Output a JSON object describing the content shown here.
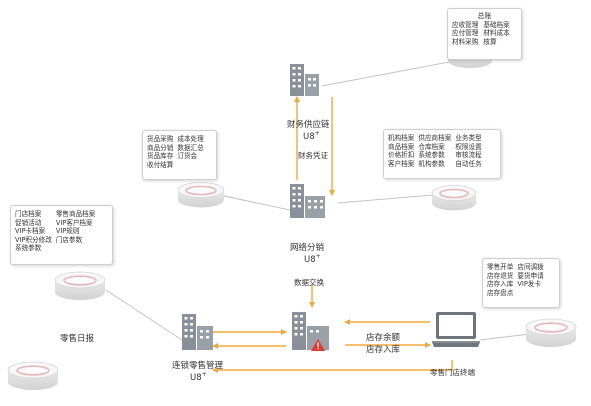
{
  "nodes": {
    "finance": {
      "label": "财务供应链",
      "u8": "U8",
      "plus": "+"
    },
    "distribution": {
      "label": "网络分销",
      "u8": "U8",
      "plus": "+"
    },
    "chain": {
      "label": "连锁零售管理",
      "u8": "U8",
      "plus": "+"
    },
    "terminal": {
      "label": "零售门店终端"
    }
  },
  "edges": {
    "finance_voucher": "财务凭证",
    "data_exchange": "数据交换",
    "store_balance": "店存余额",
    "store_inbound": "店存入库"
  },
  "side_label": {
    "retail_daily": "零售日报"
  },
  "callouts": {
    "ledger": {
      "title": "总账",
      "col1": [
        "应收管理",
        "应付管理",
        "材料采购"
      ],
      "col2": [
        "基础档案",
        "材料成本",
        "核算"
      ]
    },
    "finance_left": {
      "col1": [
        "货品采购",
        "商品分销",
        "货品库存",
        "收付结算"
      ],
      "col2": [
        "成本处理",
        "数据汇总",
        "订货会"
      ]
    },
    "distribution_right": {
      "col1": [
        "机构档案",
        "商品档案",
        "价格折扣",
        "客户档案"
      ],
      "col2": [
        "供应商档案",
        "仓库档案",
        "系统参数",
        "机构参数"
      ],
      "col3": [
        "业务类型",
        "权限设置",
        "审核流程",
        "自动任务"
      ]
    },
    "retail_left": {
      "col1": [
        "门店档案",
        "促销活动",
        "VIP卡档案",
        "VIP积分修改",
        "系统参数"
      ],
      "col2": [
        "零售商品档案",
        "VIP客户档案",
        "VIP规则",
        "门店参数"
      ]
    },
    "terminal_right": {
      "col1": [
        "零售开单",
        "店存退货",
        "店存入库",
        "店存盘点"
      ],
      "col2": [
        "店间调拨",
        "要货申请",
        "VIP发卡"
      ]
    }
  },
  "colors": {
    "arrow": "#f2a93b",
    "line": "#bdbdbd",
    "building": "#8a9099",
    "disk_ring": "#e5b9bc",
    "warning": "#e03a2f"
  }
}
